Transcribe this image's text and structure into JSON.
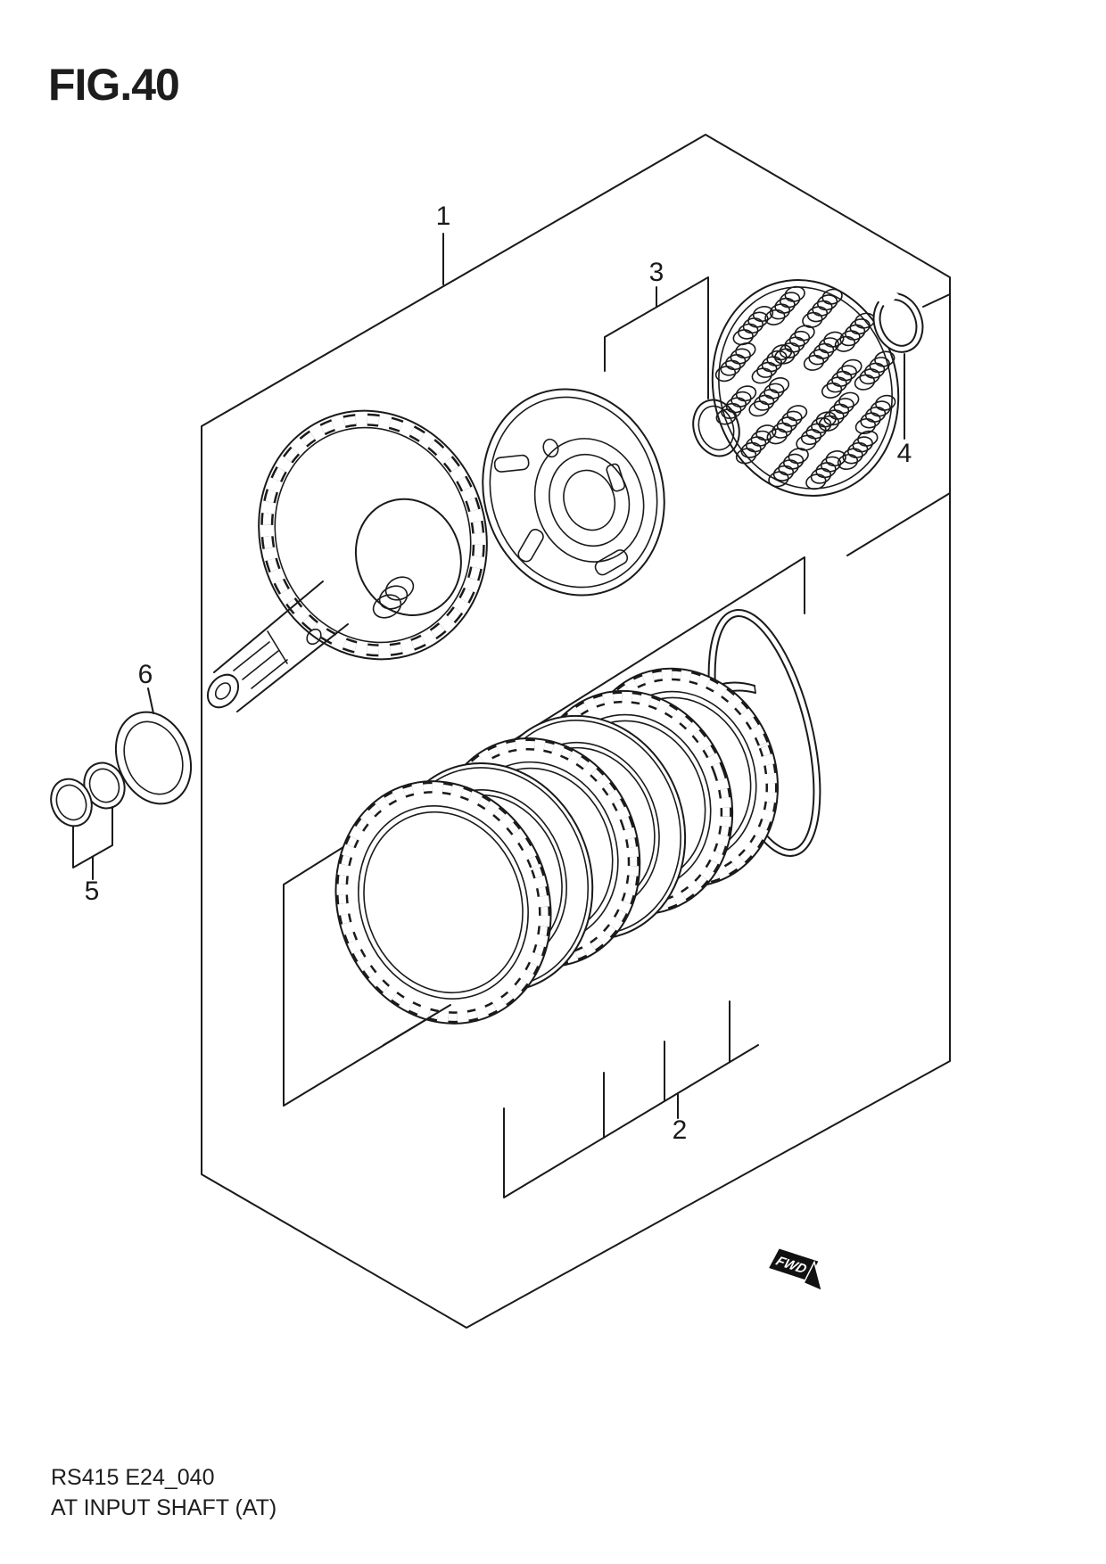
{
  "figure": {
    "title": "FIG.40",
    "code": "RS415 E24_040",
    "caption": "AT INPUT SHAFT (AT)"
  },
  "diagram": {
    "type": "exploded-parts-diagram",
    "fwd_badge": "FWD",
    "part_labels": {
      "p1": "1",
      "p2": "2",
      "p3": "3",
      "p4": "4",
      "p5": "5",
      "p6": "6"
    }
  }
}
